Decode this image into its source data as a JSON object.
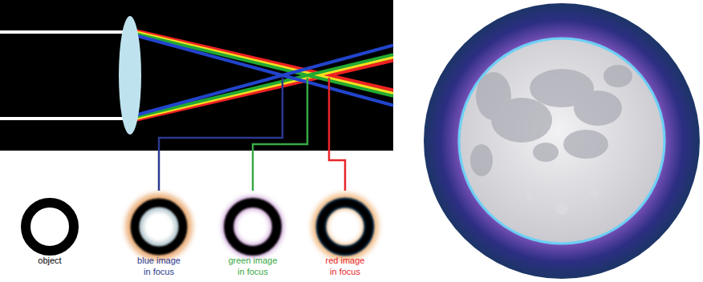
{
  "diagram": {
    "labels": [
      "object",
      "blue image in focus",
      "green image in focus",
      "red image in focus"
    ]
  }
}
